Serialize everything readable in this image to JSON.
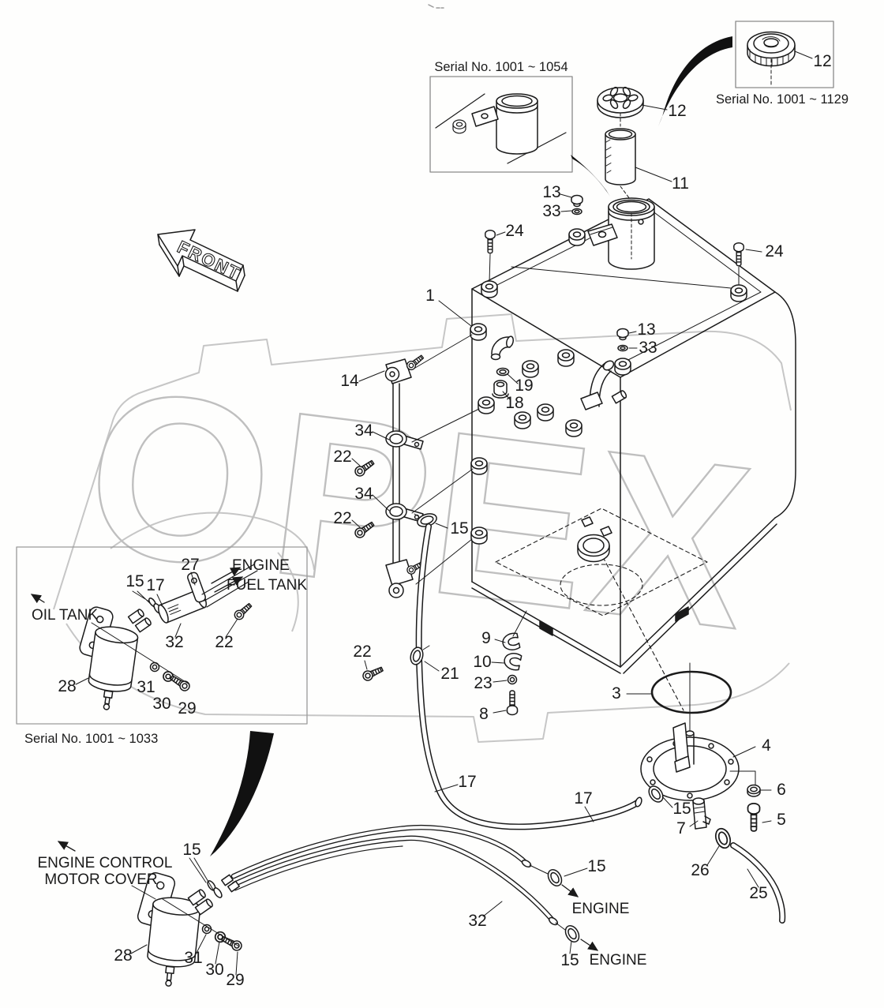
{
  "watermark": {
    "text": "OPEX"
  },
  "front_arrow": {
    "label": "FRONT"
  },
  "serial_boxes": {
    "top": {
      "caption": "Serial No. 1001 ~ 1054"
    },
    "right": {
      "caption": "Serial No. 1001 ~ 1129"
    },
    "oil_tank": {
      "caption": "Serial No. 1001 ~ 1033"
    }
  },
  "text_labels": {
    "oil_tank": "OIL TANK",
    "engine": "ENGINE",
    "fuel_tank": "FUEL TANK",
    "engine_control_1": "ENGINE CONTROL",
    "engine_control_2": "MOTOR COVER",
    "engine_upper": "ENGINE",
    "engine_lower": "ENGINE"
  },
  "callouts": {
    "c1": "1",
    "c3": "3",
    "c4": "4",
    "c5": "5",
    "c6": "6",
    "c7": "7",
    "c8": "8",
    "c9": "9",
    "c10": "10",
    "c11": "11",
    "c12_star": "12",
    "c12_box": "12",
    "c13_top": "13",
    "c33_top": "33",
    "c13_side": "13",
    "c33_side": "33",
    "c14": "14",
    "c15_gauge": "15",
    "c15_box": "15",
    "c15_flange": "15",
    "c15_engine_upper": "15",
    "c15_engine_lower": "15",
    "c15_motor_cover": "15",
    "c17_box": "17",
    "c17_hose_a": "17",
    "c17_hose_b": "17",
    "c18": "18",
    "c19": "19",
    "c21": "21",
    "c22_gauge_upper": "22",
    "c22_gauge_lower": "22",
    "c22_mid": "22",
    "c22_box": "22",
    "c23": "23",
    "c24_left": "24",
    "c24_right": "24",
    "c25": "25",
    "c26": "26",
    "c27": "27",
    "c28_box": "28",
    "c28_motor": "28",
    "c29_box": "29",
    "c29_motor": "29",
    "c30_box": "30",
    "c30_motor": "30",
    "c31_box": "31",
    "c31_motor": "31",
    "c32_box": "32",
    "c32_hose": "32",
    "c34_upper": "34",
    "c34_lower": "34"
  }
}
